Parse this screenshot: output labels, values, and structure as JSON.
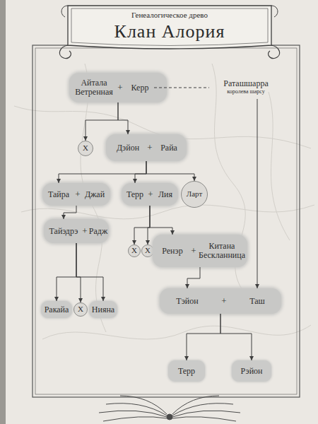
{
  "diagram": {
    "title": "Клан Алория",
    "nodes": [
      {
        "text": [
          "+"
        ]
      },
      {
        "text": [
          "Айтала Ветренная"
        ],
        "in": 0
      },
      {
        "text": [
          "Керр"
        ],
        "in": 0
      },
      {
        "text": [
          "Раташшарра",
          "королева шарсу"
        ]
      },
      {
        "text": [
          "Х"
        ]
      },
      {
        "text": [
          "+"
        ]
      },
      {
        "text": [
          "Дэйон"
        ],
        "in": 5
      },
      {
        "text": [
          "Райа"
        ],
        "in": 5
      },
      {
        "text": [
          "+"
        ]
      },
      {
        "text": [
          "Тайра"
        ],
        "in": 8
      },
      {
        "text": [
          "Джай"
        ],
        "in": 8
      },
      {
        "text": [
          "+"
        ]
      },
      {
        "text": [
          "Терр"
        ],
        "in": 11
      },
      {
        "text": [
          "Лия"
        ],
        "in": 11
      },
      {
        "text": [
          "Ларт"
        ]
      },
      {
        "text": [
          "+"
        ]
      },
      {
        "text": [
          "Тайэдрэ"
        ],
        "in": 15
      },
      {
        "text": [
          "Радж"
        ],
        "in": 15
      },
      {
        "text": [
          "Х"
        ]
      },
      {
        "text": [
          "Х"
        ]
      },
      {
        "text": [
          "+"
        ]
      },
      {
        "text": [
          "Ренэр"
        ],
        "in": 20
      },
      {
        "text": [
          "Китана Бескланница"
        ],
        "in": 20
      },
      {
        "text": [
          "Ракайа"
        ]
      },
      {
        "text": [
          "Х"
        ]
      },
      {
        "text": [
          "Нияна"
        ]
      },
      {
        "text": [
          "+"
        ]
      },
      {
        "text": [
          "Тэйон"
        ],
        "in": 26
      },
      {
        "text": [
          "Таш"
        ],
        "in": 26
      },
      {
        "text": [
          "Терр"
        ]
      },
      {
        "text": [
          "Рэйон"
        ]
      }
    ],
    "edges": [
      {
        "from": 2,
        "to": 3,
        "arrow": "none"
      },
      {
        "from": 0,
        "to": 4,
        "arrow": "to"
      },
      {
        "from": 0,
        "to": 6,
        "arrow": "to"
      },
      {
        "from": 5,
        "to": 9,
        "arrow": "to"
      },
      {
        "from": 5,
        "to": 12,
        "arrow": "to"
      },
      {
        "from": 5,
        "to": 14,
        "arrow": "to"
      },
      {
        "from": 8,
        "to": 16,
        "arrow": "to"
      },
      {
        "from": 11,
        "to": 18,
        "arrow": "to"
      },
      {
        "from": 11,
        "to": 19,
        "arrow": "to"
      },
      {
        "from": 11,
        "to": 21,
        "arrow": "to"
      },
      {
        "from": 15,
        "to": 23,
        "arrow": "to"
      },
      {
        "from": 15,
        "to": 24,
        "arrow": "to"
      },
      {
        "from": 15,
        "to": 25,
        "arrow": "to"
      },
      {
        "from": 20,
        "to": 27,
        "arrow": "to"
      },
      {
        "from": 3,
        "to": 28,
        "arrow": "to"
      },
      {
        "from": 26,
        "to": 29,
        "arrow": "to"
      },
      {
        "from": 26,
        "to": 30,
        "arrow": "to"
      }
    ],
    "labels": [
      "Генеалогическое древо"
    ]
  }
}
